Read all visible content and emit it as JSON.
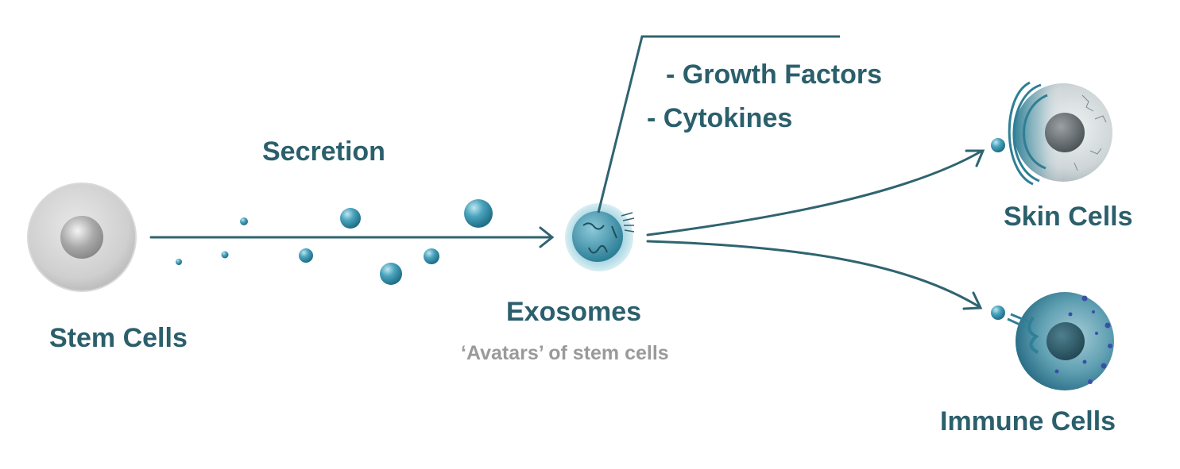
{
  "labels": {
    "stem_cells": "Stem Cells",
    "secretion": "Secretion",
    "exosomes": "Exosomes",
    "exosomes_subtitle": "‘Avatars’ of stem cells",
    "growth_factors": "- Growth Factors",
    "cytokines": "- Cytokines",
    "skin_cells": "Skin Cells",
    "immune_cells": "Immune Cells"
  },
  "colors": {
    "text": "#2b5f6c",
    "subtitle": "#9a9a9a",
    "arrow": "#2f6470",
    "vesicle": "#3c93ad",
    "stem_cell": "#d0d0d0",
    "skin_cell": "#cfd6d8",
    "immune_cell": "#3f8fa6"
  }
}
